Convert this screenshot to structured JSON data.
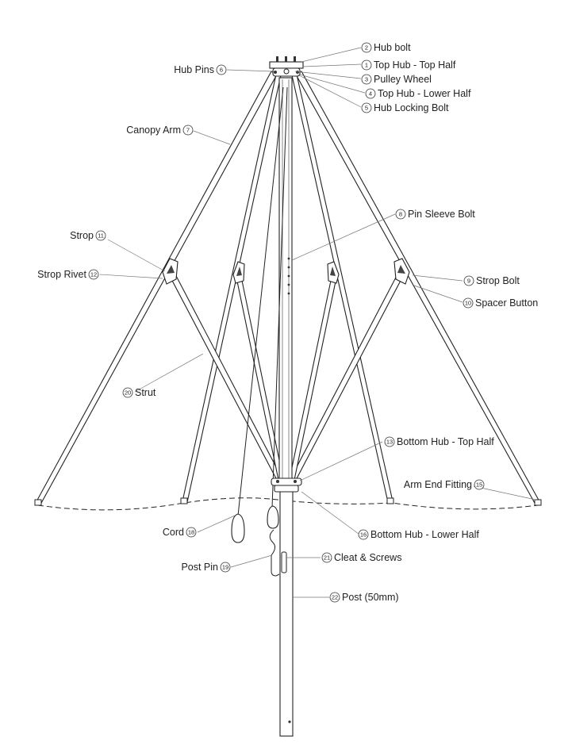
{
  "labels": [
    {
      "id": "hub-bolt",
      "number": "2",
      "text": "Hub bolt"
    },
    {
      "id": "top-hub-top-half",
      "number": "1",
      "text": "Top Hub - Top Half"
    },
    {
      "id": "pulley-wheel",
      "number": "3",
      "text": "Pulley Wheel"
    },
    {
      "id": "top-hub-lower-half",
      "number": "4",
      "text": "Top Hub - Lower Half"
    },
    {
      "id": "hub-locking-bolt",
      "number": "5",
      "text": "Hub Locking Bolt"
    },
    {
      "id": "hub-pins",
      "number": "6",
      "text": "Hub Pins"
    },
    {
      "id": "canopy-arm",
      "number": "7",
      "text": "Canopy Arm"
    },
    {
      "id": "pin-sleeve-bolt",
      "number": "8",
      "text": "Pin Sleeve Bolt"
    },
    {
      "id": "strop",
      "number": "11",
      "text": "Strop"
    },
    {
      "id": "strop-rivet",
      "number": "12",
      "text": "Strop Rivet"
    },
    {
      "id": "strop-bolt",
      "number": "9",
      "text": "Strop Bolt"
    },
    {
      "id": "spacer-button",
      "number": "10",
      "text": "Spacer Button"
    },
    {
      "id": "strut",
      "number": "20",
      "text": "Strut"
    },
    {
      "id": "bottom-hub-top-half",
      "number": "13",
      "text": "Bottom Hub - Top Half"
    },
    {
      "id": "arm-end-fitting",
      "number": "15",
      "text": "Arm End Fitting"
    },
    {
      "id": "bottom-hub-lower-half",
      "number": "16",
      "text": "Bottom Hub - Lower Half"
    },
    {
      "id": "cord",
      "number": "18",
      "text": "Cord"
    },
    {
      "id": "cleat-screws",
      "number": "21",
      "text": "Cleat & Screws"
    },
    {
      "id": "post-pin",
      "number": "19",
      "text": "Post Pin"
    },
    {
      "id": "post",
      "number": "22",
      "text": "Post (50mm)"
    }
  ]
}
